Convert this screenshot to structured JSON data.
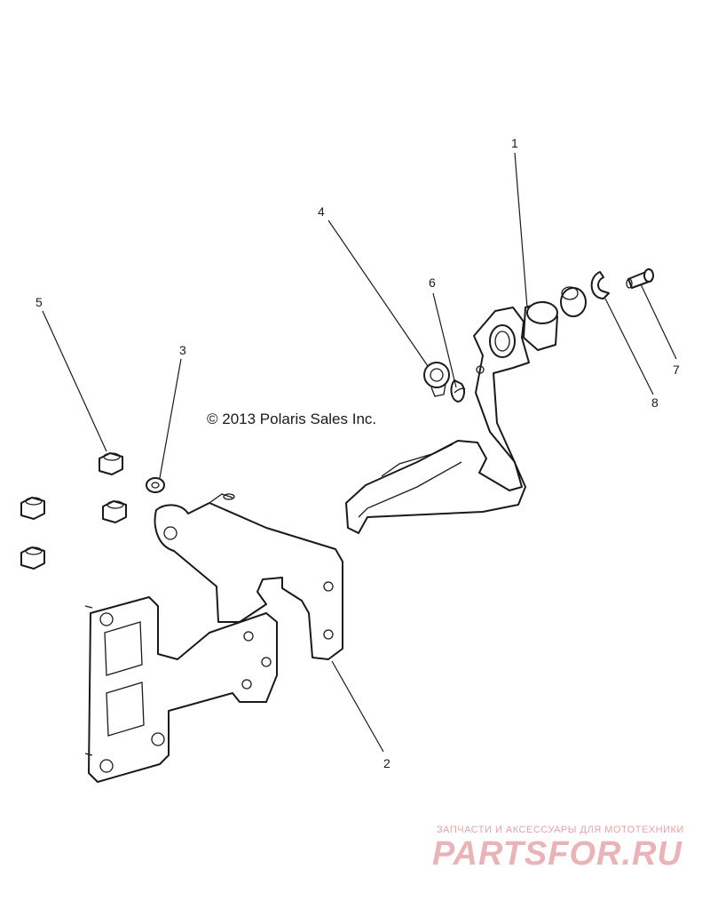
{
  "copyright": "© 2013 Polaris Sales Inc.",
  "callouts": [
    "1",
    "2",
    "3",
    "4",
    "5",
    "6",
    "7",
    "8"
  ],
  "watermark": {
    "tagline": "ЗАПЧАСТИ И АКСЕССУАРЫ ДЛЯ МОТОТЕХНИКИ",
    "logo": "PARTSFOR.RU",
    "color": "#e9b3b8"
  },
  "line_color": "#1a1a1a"
}
